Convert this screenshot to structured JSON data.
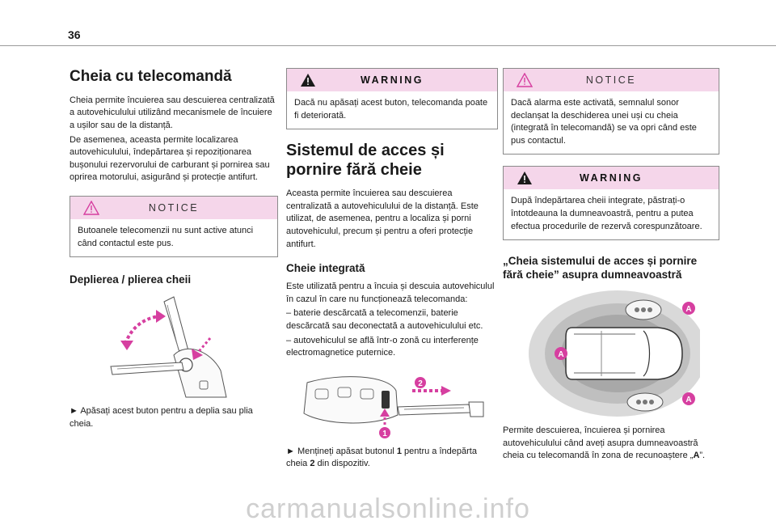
{
  "page_number": "36",
  "col1": {
    "title": "Cheia cu telecomandă",
    "intro_1": "Cheia permite încuierea sau descuierea centralizată a autovehiculului utilizând mecanismele de încuiere a ușilor sau de la distanță.",
    "intro_2": "De asemenea, aceasta permite localizarea autovehiculului, îndepărtarea și repoziționarea bușonului rezervorului de carburant și pornirea sau oprirea motorului, asigurând și protecție antifurt.",
    "notice_label": "NOTICE",
    "notice_text": "Butoanele telecomenzii nu sunt active atunci când contactul este pus.",
    "subtitle": "Deplierea / plierea cheii",
    "instruction": "► Apăsați acest buton pentru a deplia sau plia cheia."
  },
  "col2": {
    "warning_label": "WARNING",
    "warning_text": "Dacă nu apăsați acest buton, telecomanda poate fi deteriorată.",
    "title": "Sistemul de acces și pornire fără cheie",
    "intro": "Aceasta permite încuierea sau descuierea centralizată a autovehiculului de la distanță. Este utilizat, de asemenea, pentru a localiza și porni autovehiculul, precum și pentru a oferi protecție antifurt.",
    "subtitle": "Cheie integrată",
    "body_1": "Este utilizată pentru a încuia și descuia autovehiculul în cazul în care nu funcționează telecomanda:",
    "body_2": "– baterie descărcată a telecomenzii, baterie descărcată sau deconectată a autovehiculului etc.",
    "body_3": "– autovehiculul se află într-o zonă cu interferențe electromagnetice puternice.",
    "fig_label_1": "1",
    "fig_label_2": "2",
    "instruction_pre": "► Mențineți apăsat butonul ",
    "instruction_b1": "1",
    "instruction_mid": " pentru a îndepărta cheia ",
    "instruction_b2": "2",
    "instruction_post": " din dispozitiv."
  },
  "col3": {
    "notice_label": "NOTICE",
    "notice_text": "Dacă alarma este activată, semnalul sonor declanșat la deschiderea unei uși cu cheia (integrată în telecomandă) se va opri când este pus contactul.",
    "warning_label": "WARNING",
    "warning_text": "După îndepărtarea cheii integrate, păstrați-o întotdeauna la dumneavoastră, pentru a putea efectua procedurile de rezervă corespunzătoare.",
    "subtitle": "„Cheia sistemului de acces și pornire fără cheie” asupra dumneavoastră",
    "zone_label": "A",
    "text_pre": "Permite descuierea, încuierea și pornirea autovehiculului când aveți asupra dumneavoastră cheia cu telecomandă în zona de recunoaștere „",
    "text_b": "A",
    "text_post": "”."
  },
  "watermark": "carmanualsonline.info",
  "colors": {
    "callout_bg": "#f5d6ea",
    "accent_magenta": "#d63fa0"
  }
}
